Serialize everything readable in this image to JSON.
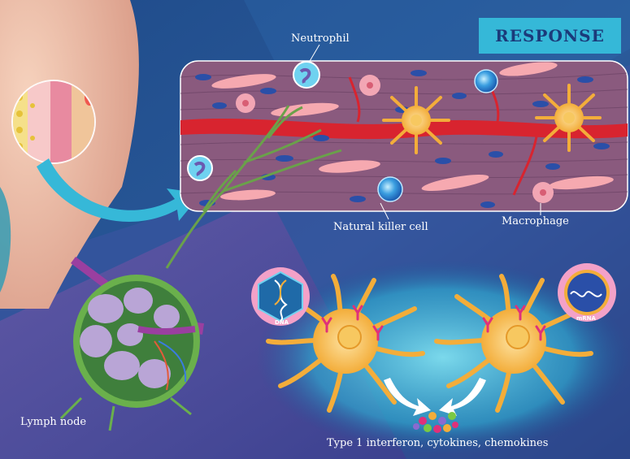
{
  "title": "RESPONSE",
  "labels": {
    "neutrophil": "Neutrophil",
    "natural_killer_cell": "Natural killer cell",
    "macrophage": "Macrophage",
    "lymph_node": "Lymph node",
    "output": "Type 1 interferon, cytokines, chemokines",
    "dna": "DNA",
    "mrna": "mRNA"
  },
  "colors": {
    "background": "#1a3f7a",
    "title_box": "#35b8d8",
    "title_text": "#1b3a7a",
    "tissue": "#8a5a7e",
    "blood_vessel": "#d8242f",
    "dendritic_cell": "#f4b23a",
    "lymph_node": "#6ab04c",
    "lymph_lobe": "#b9a5d6"
  }
}
